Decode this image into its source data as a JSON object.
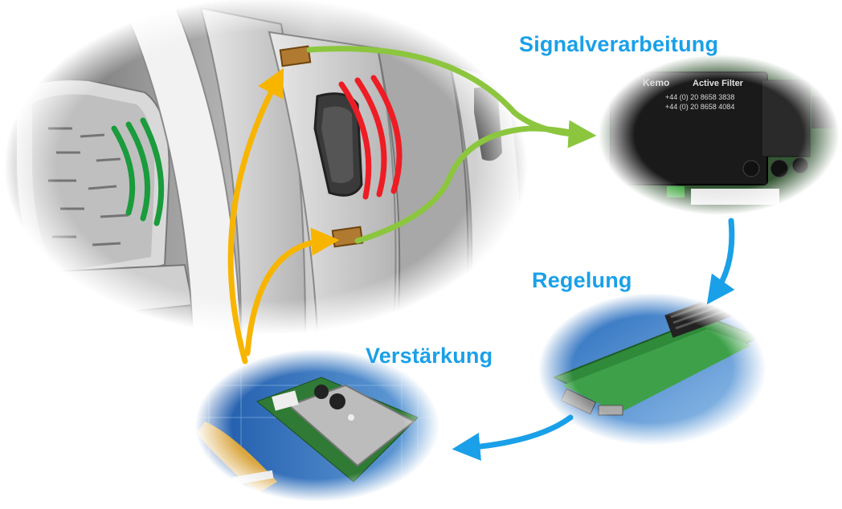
{
  "labels": {
    "signal_processing": "Signalverarbeitung",
    "control": "Regelung",
    "amplification": "Verstärkung"
  },
  "filter_module": {
    "brand": "Kemo",
    "product": "Active Filter",
    "phone_1": "+44 (0) 20 8658 3838",
    "phone_2": "+44 (0) 20 8658 4084"
  },
  "colors": {
    "label": "#1aa0e8",
    "sensor_path": "#8cc63f",
    "actuator_path": "#f7b500",
    "flow_arrow": "#1aa0e8",
    "noise_source": "#ee1c24",
    "anti_noise": "#1a9b3c"
  }
}
